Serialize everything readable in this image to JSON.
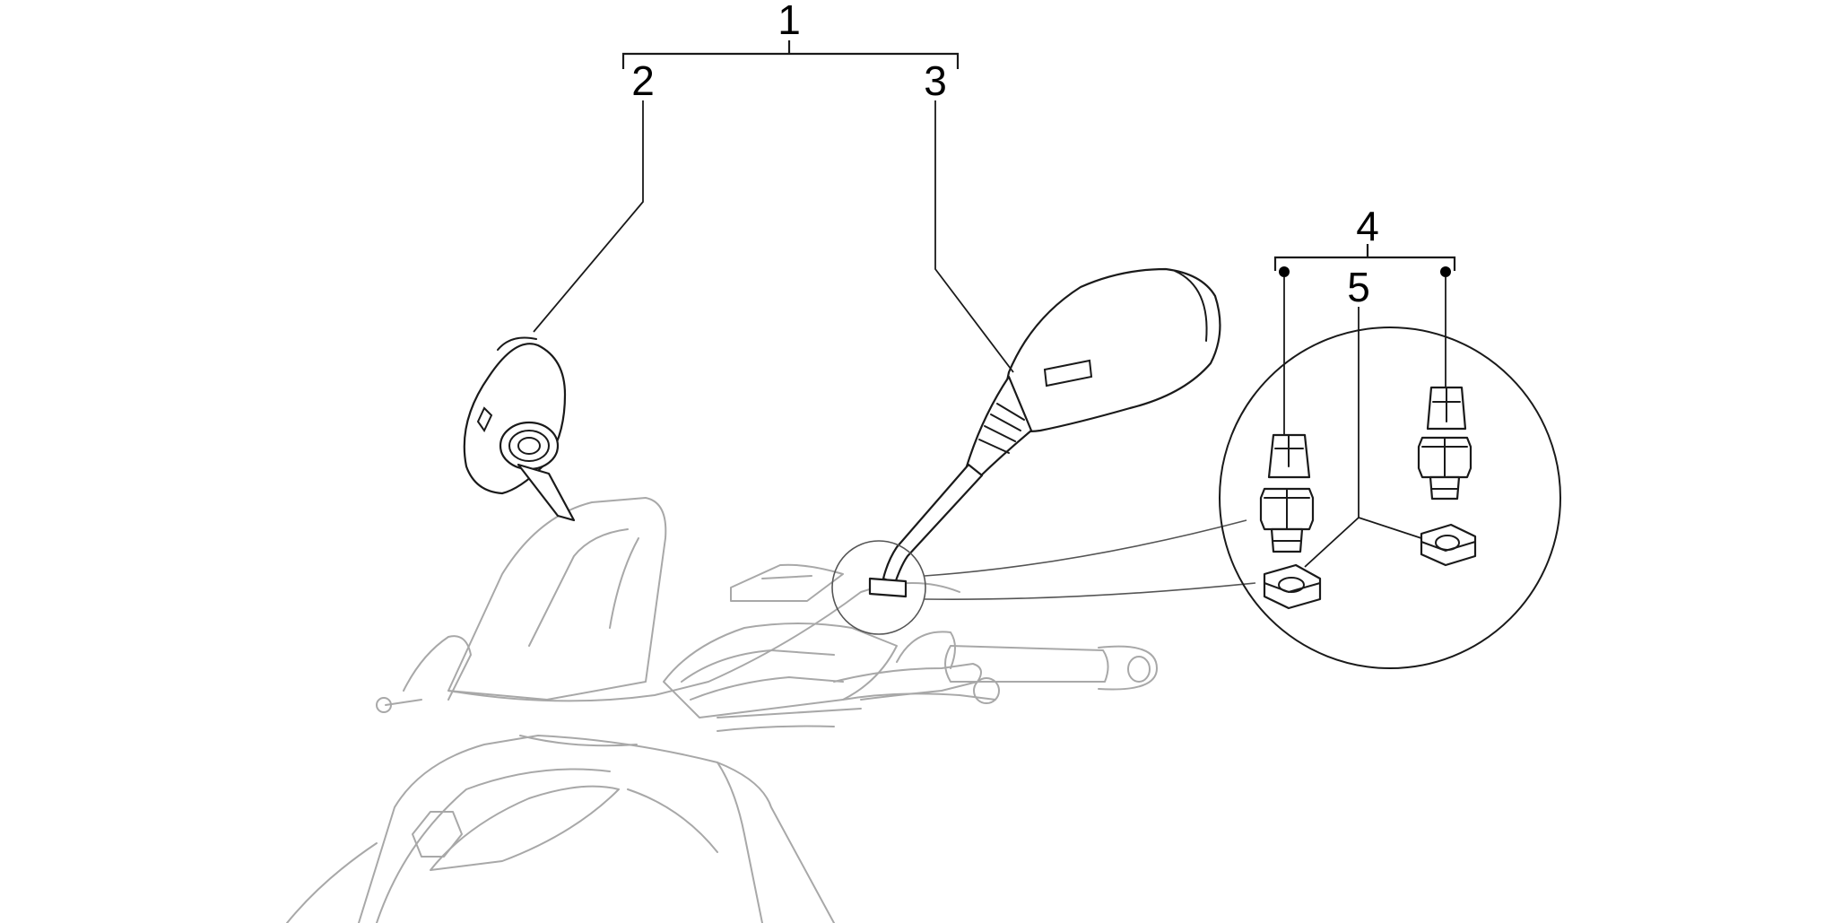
{
  "callouts": {
    "n1": "1",
    "n2": "2",
    "n3": "3",
    "n4": "4",
    "n5": "5"
  },
  "colors": {
    "background": "#ffffff",
    "parts_outline": "#1a1a1a",
    "context_outline": "#a8a8a8"
  }
}
